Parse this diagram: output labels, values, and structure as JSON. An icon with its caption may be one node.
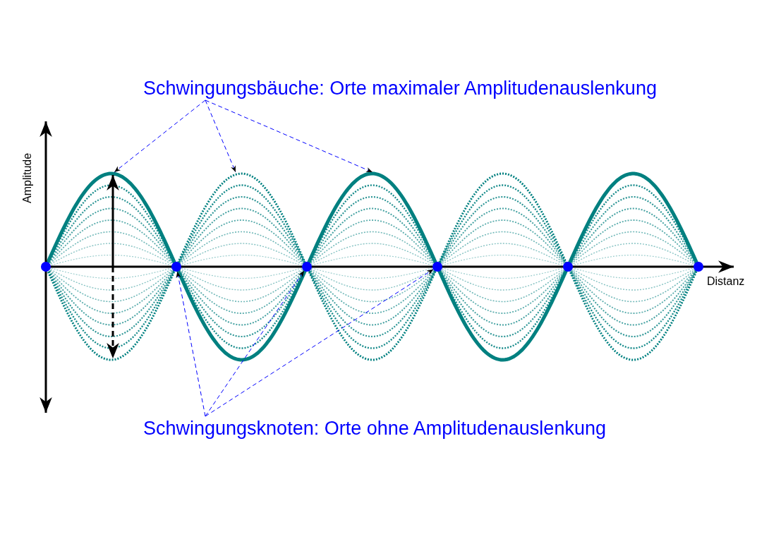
{
  "diagram": {
    "nodes": [
      {
        "text": [
          "Schwingungsbäuche: Orte maximaler Amplitudenauslenkung"
        ]
      },
      {
        "text": [
          "Schwingungsknoten: Orte ohne Amplitudenauslenkung"
        ]
      },
      {
        "text": [],
        "shape": "circle"
      },
      {
        "text": [],
        "shape": "circle"
      },
      {
        "text": [],
        "shape": "circle"
      },
      {
        "text": [],
        "shape": "circle"
      },
      {
        "text": [],
        "shape": "circle"
      },
      {
        "text": [],
        "shape": "circle"
      }
    ],
    "edges": [
      {
        "from": 0,
        "to": null,
        "arrow": "to",
        "style": "dashed"
      },
      {
        "from": 0,
        "to": null,
        "arrow": "to",
        "style": "dashed"
      },
      {
        "from": 0,
        "to": null,
        "arrow": "to",
        "style": "dashed"
      },
      {
        "from": 1,
        "to": 3,
        "arrow": "to",
        "style": "dashed"
      },
      {
        "from": 1,
        "to": 4,
        "arrow": "to",
        "style": "dashed"
      },
      {
        "from": 1,
        "to": 5,
        "arrow": "to",
        "style": "dashed"
      }
    ],
    "labels": [
      "Amplitude",
      "Distanz"
    ]
  }
}
